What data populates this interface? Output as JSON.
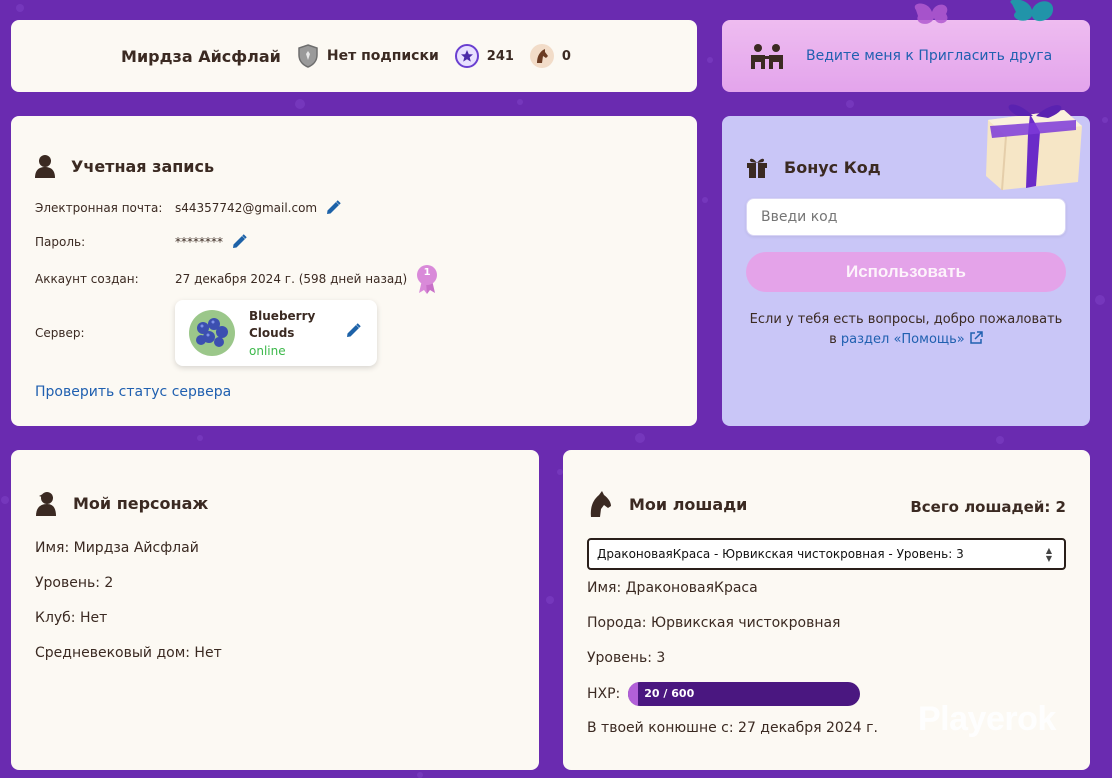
{
  "userbar": {
    "username": "Мирдза Айсфлай",
    "subscription": "Нет подписки",
    "stars": "241",
    "horseshoes": "0"
  },
  "invite": {
    "text": "Ведите меня к Пригласить друга"
  },
  "account": {
    "title": "Учетная запись",
    "email_label": "Электронная почта:",
    "email_value": "s44357742@gmail.com",
    "password_label": "Пароль:",
    "password_value": "********",
    "created_label": "Аккаунт создан:",
    "created_value": "27 декабря 2024 г. (598 дней назад)",
    "badge_number": "1",
    "server_label": "Сервер:",
    "server_name_line1": "Blueberry",
    "server_name_line2": "Clouds",
    "server_status": "online",
    "check_status_link": "Проверить статус сервера"
  },
  "bonus": {
    "title": "Бонус Код",
    "input_placeholder": "Введи код",
    "button_label": "Использовать",
    "help_text": "Если у тебя есть вопросы, добро пожаловать",
    "help_prefix": "в",
    "help_link": "раздел «Помощь»"
  },
  "character": {
    "title": "Мой персонаж",
    "name": "Имя: Мирдза Айсфлай",
    "level": "Уровень: 2",
    "club": "Клуб: Нет",
    "house": "Средневековый дом: Нет"
  },
  "horses": {
    "title": "Мои лошади",
    "total": "Всего лошадей: 2",
    "selected": "ДраконоваяКраса - Юрвикская чистокровная - Уровень: 3",
    "name": "Имя: ДраконоваяКраса",
    "breed": "Порода: Юрвикская чистокровная",
    "level": "Уровень: 3",
    "hxp_label": "HXP:",
    "hxp_text": "20 / 600",
    "hxp_fraction": 0.033,
    "since": "В твоей конюшне с: 27 декабря 2024 г."
  },
  "watermark": "Playerok",
  "colors": {
    "background": "#6a2bb0",
    "card": "#fcf9f3",
    "link": "#2060b0",
    "bonus_bg": "#c9c6f7",
    "button": "#e4a3e9",
    "online": "#3cb84a",
    "hxp_bar": "#4a1780"
  }
}
